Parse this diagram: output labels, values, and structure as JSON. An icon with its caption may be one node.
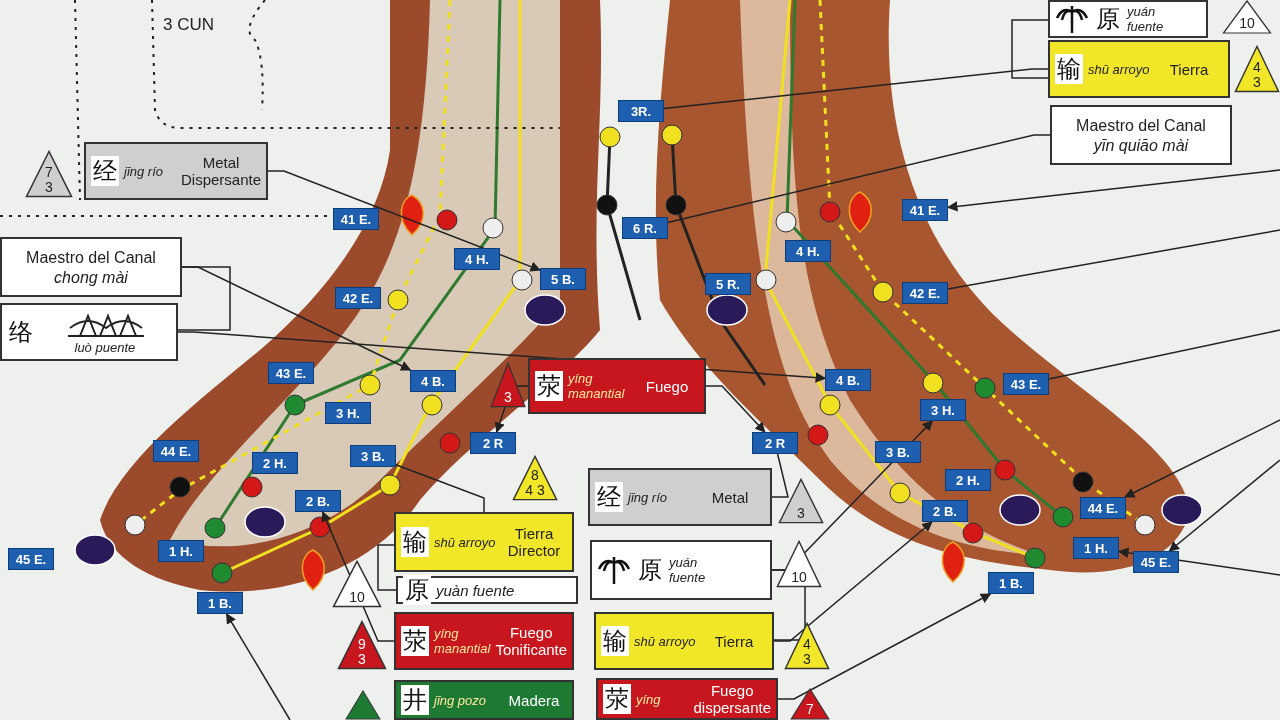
{
  "diagram": {
    "nodes": [
      {
        "text": [
          "7",
          "3"
        ]
      },
      {
        "text": [
          "经",
          "jīng río",
          "Metal Dispersante"
        ]
      },
      {
        "text": [
          "Maestro del Canal",
          "chong mài"
        ]
      },
      {
        "text": [
          "络",
          "luò puente"
        ]
      },
      {
        "text": [
          "原",
          "yuán fuente"
        ]
      },
      {
        "text": [
          "10"
        ]
      },
      {
        "text": [
          "输",
          "shū arroyo",
          "Tierra"
        ]
      },
      {
        "text": [
          "4",
          "3"
        ]
      },
      {
        "text": [
          "Maestro del Canal",
          "yīn quiāo mài"
        ]
      },
      {
        "text": [
          "3"
        ]
      },
      {
        "text": [
          "荥",
          "yíng manantial",
          "Fuego"
        ]
      },
      {
        "text": [
          "8",
          "4 3"
        ]
      },
      {
        "text": [
          "经",
          "jīng río",
          "Metal"
        ]
      },
      {
        "text": [
          "3"
        ]
      },
      {
        "text": [
          "输",
          "shū arroyo",
          "Tierra Director"
        ]
      },
      {
        "text": [
          "原",
          "yuàn fuente"
        ]
      },
      {
        "text": [
          "10"
        ]
      },
      {
        "text": [
          "原",
          "yuán fuente"
        ]
      },
      {
        "text": [
          "10"
        ]
      },
      {
        "text": [
          "9",
          "3"
        ]
      },
      {
        "text": [
          "荥",
          "yíng manantial",
          "Fuego Tonificante"
        ]
      },
      {
        "text": [
          "输",
          "shū arroyo",
          "Tierra"
        ]
      },
      {
        "text": [
          "4",
          "3"
        ]
      },
      {
        "text": [],
        "shape": "triangle"
      },
      {
        "text": [
          "井",
          "jīng pozo",
          "Madera"
        ]
      },
      {
        "text": [
          "荥",
          "yíng",
          "Fuego dispersante"
        ]
      },
      {
        "text": [
          "7"
        ]
      },
      {
        "text": [
          "41 E."
        ]
      },
      {
        "text": [
          "42 E."
        ]
      },
      {
        "text": [
          "43 E."
        ]
      },
      {
        "text": [
          "44 E."
        ]
      },
      {
        "text": [
          "45 E."
        ]
      },
      {
        "text": [
          "4 H."
        ]
      },
      {
        "text": [
          "3 H."
        ]
      },
      {
        "text": [
          "2 H."
        ]
      },
      {
        "text": [
          "1 H."
        ]
      },
      {
        "text": [
          "5 B."
        ]
      },
      {
        "text": [
          "4 B."
        ]
      },
      {
        "text": [
          "3 B."
        ]
      },
      {
        "text": [
          "2 B."
        ]
      },
      {
        "text": [
          "1 B."
        ]
      },
      {
        "text": [
          "2 R"
        ]
      },
      {
        "text": [
          "3R."
        ]
      },
      {
        "text": [
          "6 R."
        ]
      },
      {
        "text": [
          "41 E."
        ]
      },
      {
        "text": [
          "42 E."
        ]
      },
      {
        "text": [
          "43 E."
        ]
      },
      {
        "text": [
          "44 E."
        ]
      },
      {
        "text": [
          "45 E."
        ]
      },
      {
        "text": [
          "4 H."
        ]
      },
      {
        "text": [
          "3 H."
        ]
      },
      {
        "text": [
          "2 H."
        ]
      },
      {
        "text": [
          "1 H."
        ]
      },
      {
        "text": [
          "5 R."
        ]
      },
      {
        "text": [
          "4 B."
        ]
      },
      {
        "text": [
          "3 B."
        ]
      },
      {
        "text": [
          "2 B."
        ]
      },
      {
        "text": [
          "1 B."
        ]
      },
      {
        "text": [
          "2 R"
        ]
      }
    ],
    "edges": [
      {
        "from": 1,
        "to": 36,
        "arrow": "to"
      },
      {
        "from": 2,
        "to": 37,
        "arrow": "to"
      },
      {
        "from": 3,
        "to": 54,
        "arrow": "to"
      },
      {
        "from": 10,
        "to": 41,
        "arrow": "to"
      },
      {
        "from": 10,
        "to": 58,
        "arrow": "to"
      },
      {
        "from": 6,
        "to": 42,
        "arrow": "none"
      },
      {
        "from": 8,
        "to": 43,
        "arrow": "none"
      },
      {
        "from": null,
        "to": 44,
        "arrow": "to"
      },
      {
        "from": null,
        "to": 45,
        "arrow": "none"
      },
      {
        "from": null,
        "to": 46,
        "arrow": "none"
      },
      {
        "from": null,
        "to": 47,
        "arrow": "to"
      },
      {
        "from": null,
        "to": 48,
        "arrow": "to"
      },
      {
        "from": null,
        "to": 52,
        "arrow": "to"
      },
      {
        "from": 12,
        "to": 58,
        "arrow": "none"
      },
      {
        "from": 17,
        "to": 50,
        "arrow": "to"
      },
      {
        "from": 21,
        "to": 56,
        "arrow": "to"
      },
      {
        "from": 20,
        "to": 39,
        "arrow": "to"
      },
      {
        "from": 25,
        "to": 57,
        "arrow": "to"
      },
      {
        "from": 14,
        "to": 38,
        "arrow": "none"
      },
      {
        "from": null,
        "to": 40,
        "arrow": "to"
      }
    ],
    "labels": [
      "3 CUN"
    ]
  }
}
